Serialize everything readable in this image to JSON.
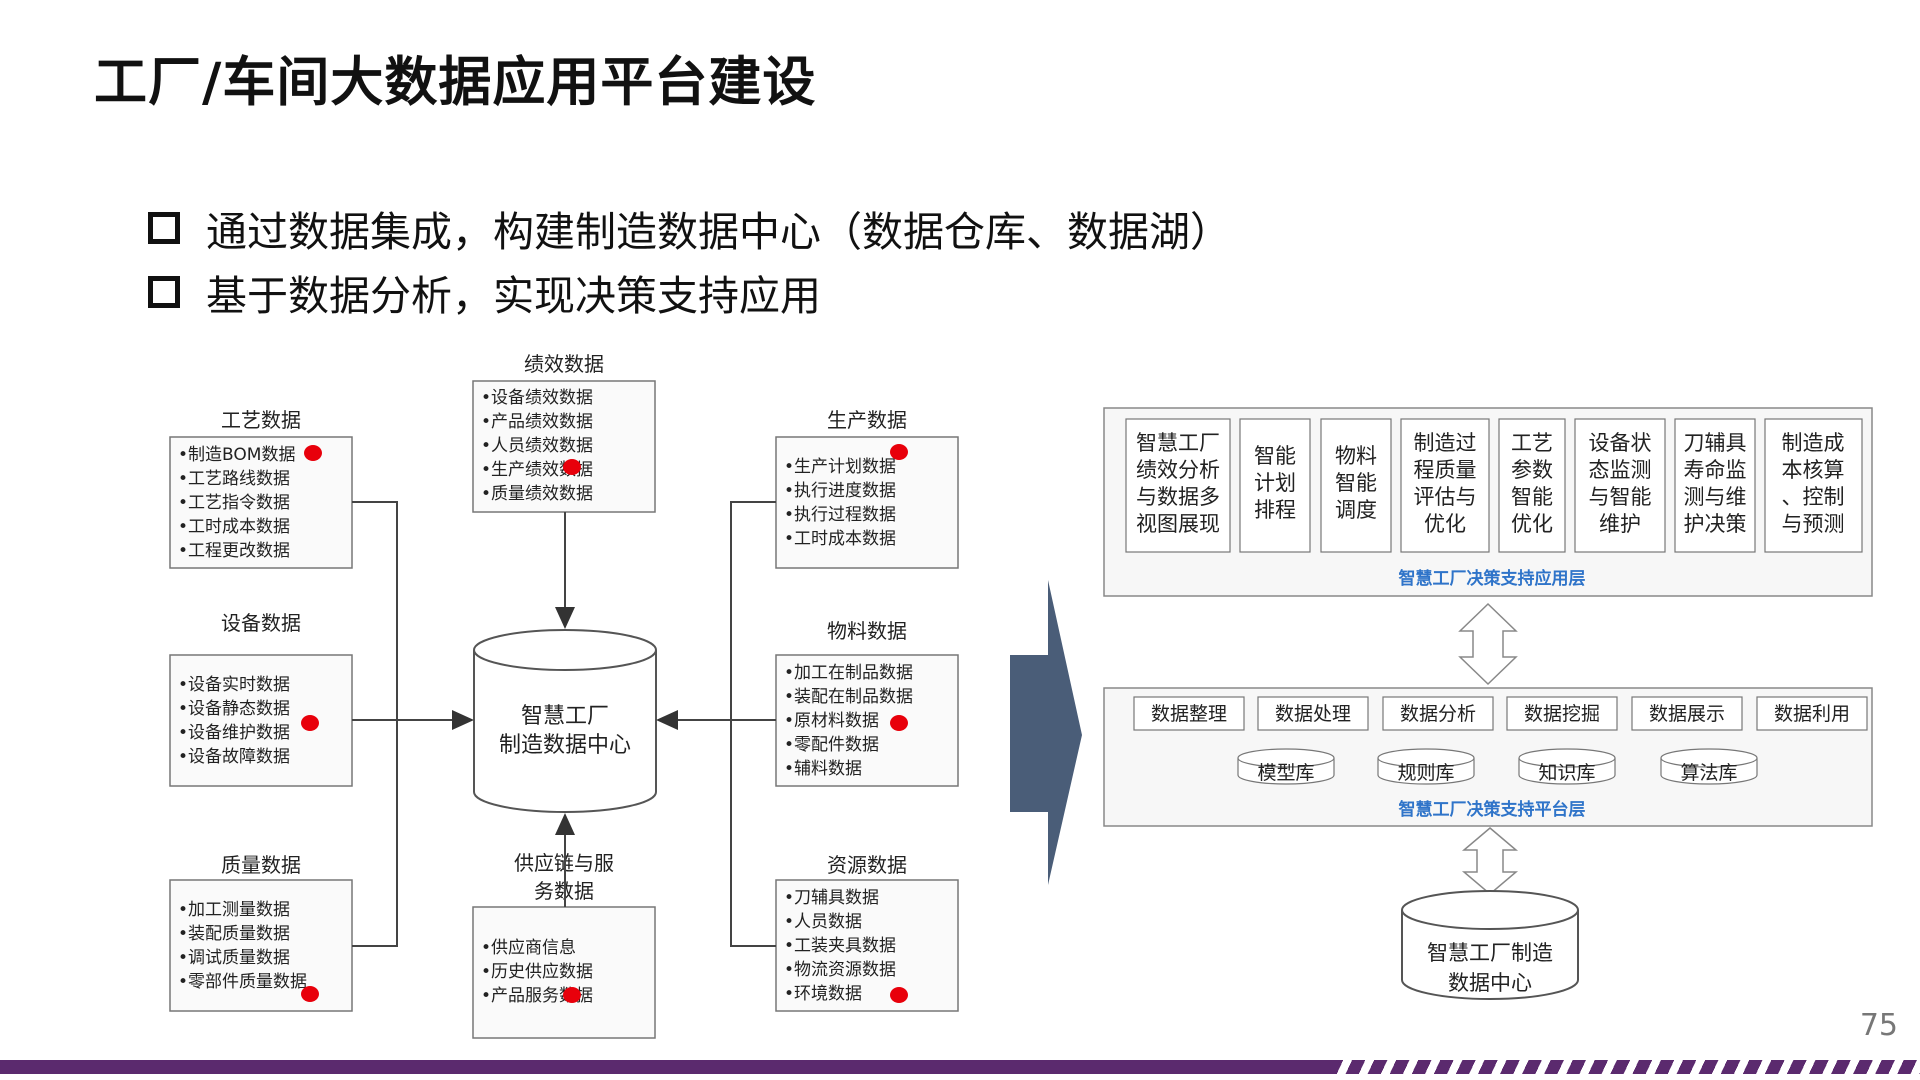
{
  "slide": {
    "title": "工厂/车间大数据应用平台建设",
    "bullets": [
      "通过数据集成，构建制造数据中心（数据仓库、数据湖）",
      "基于数据分析，实现决策支持应用"
    ],
    "page_number": "75"
  },
  "left_diagram": {
    "center_label_1": "智慧工厂",
    "center_label_2": "制造数据中心",
    "groups": {
      "gongyi": {
        "title": "工艺数据",
        "items": [
          "•制造BOM数据",
          "•工艺路线数据",
          "•工艺指令数据",
          "•工时成本数据",
          "•工程更改数据"
        ]
      },
      "shebei": {
        "title": "设备数据",
        "items": [
          "•设备实时数据",
          "•设备静态数据",
          "•设备维护数据",
          "•设备故障数据"
        ]
      },
      "zhiliang": {
        "title": "质量数据",
        "items": [
          "•加工测量数据",
          "•装配质量数据",
          "•调试质量数据",
          "•零部件质量数据"
        ]
      },
      "jixiao": {
        "title": "绩效数据",
        "items": [
          "•设备绩效数据",
          "•产品绩效数据",
          "•人员绩效数据",
          "•生产绩效数据",
          "•质量绩效数据"
        ]
      },
      "gongying": {
        "title_1": "供应链与服",
        "title_2": "务数据",
        "items": [
          "•供应商信息",
          "•历史供应数据",
          "•产品服务数据"
        ]
      },
      "shengchan": {
        "title": "生产数据",
        "items": [
          "•生产计划数据",
          "•执行进度数据",
          "•执行过程数据",
          "•工时成本数据"
        ]
      },
      "wuliao": {
        "title": "物料数据",
        "items": [
          "•加工在制品数据",
          "•装配在制品数据",
          "•原材料数据",
          "•零配件数据",
          "•辅料数据"
        ]
      },
      "ziyuan": {
        "title": "资源数据",
        "items": [
          "•刀辅具数据",
          "•人员数据",
          "•工装夹具数据",
          "•物流资源数据",
          "•环境数据"
        ]
      }
    }
  },
  "right_diagram": {
    "app_layer": {
      "label": "智慧工厂决策支持应用层",
      "modules": [
        [
          "智慧工厂",
          "绩效分析",
          "与数据多",
          "视图展现"
        ],
        [
          "智能",
          "计划",
          "排程"
        ],
        [
          "物料",
          "智能",
          "调度"
        ],
        [
          "制造过",
          "程质量",
          "评估与",
          "优化"
        ],
        [
          "工艺",
          "参数",
          "智能",
          "优化"
        ],
        [
          "设备状",
          "态监测",
          "与智能",
          "维护"
        ],
        [
          "刀辅具",
          "寿命监",
          "测与维",
          "护决策"
        ],
        [
          "制造成",
          "本核算",
          "、控制",
          "与预测"
        ]
      ]
    },
    "platform_layer": {
      "label": "智慧工厂决策支持平台层",
      "functions": [
        "数据整理",
        "数据处理",
        "数据分析",
        "数据挖掘",
        "数据展示",
        "数据利用"
      ],
      "libraries": [
        "模型库",
        "规则库",
        "知识库",
        "算法库"
      ]
    },
    "datacenter_1": "智慧工厂制造",
    "datacenter_2": "数据中心"
  },
  "colors": {
    "accent_dark": "#4a5d78",
    "layer_label": "#2f74c9",
    "marker": "#e8000b",
    "footer": "#5b2a6e"
  }
}
